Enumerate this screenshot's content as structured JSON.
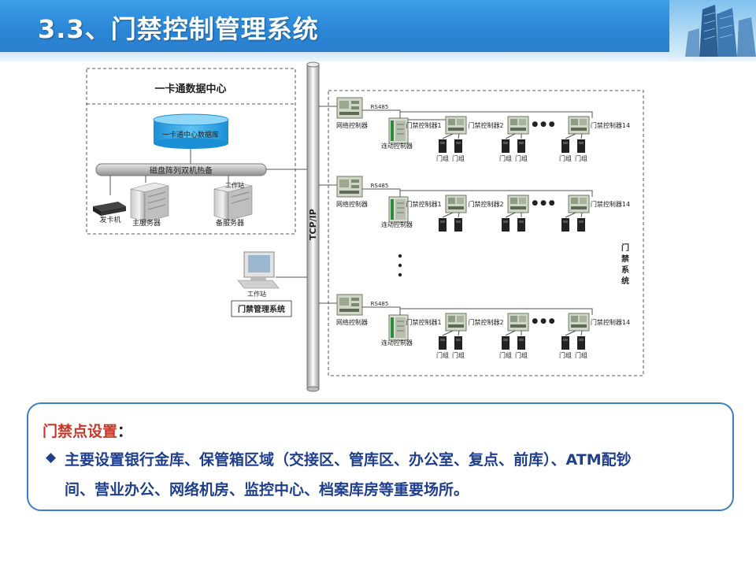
{
  "title": "3.3、门禁控制管理系统",
  "diagram": {
    "data_center": "一卡通数据中心",
    "database": "一卡通中心数据库",
    "disk_array": "磁盘阵列双机热备",
    "workstation": "工作站",
    "card_issuer": "发卡机",
    "main_server": "主服务器",
    "backup_server": "备服务器",
    "network_label": "TCP/IP",
    "mgmt_system": "门禁管理系统",
    "access_system": "门禁系统",
    "network_controller": "网络控制器",
    "rs485": "RS485",
    "linkage_controller": "连动控制器",
    "door_controller_1": "门禁控制器1",
    "door_controller_2": "门禁控制器2",
    "door_controller_14": "门禁控制器14",
    "door_group": "门组",
    "ellipsis": "● ● ●"
  },
  "info": {
    "heading": "门禁点设置",
    "colon": "：",
    "bullet": "◆",
    "line1": "主要设置银行金库、保管箱区域（交接区、管库区、办公室、复点、前库）、ATM配钞",
    "line2": "间、营业办公、网络机房、监控中心、档案库房等重要场所。"
  }
}
